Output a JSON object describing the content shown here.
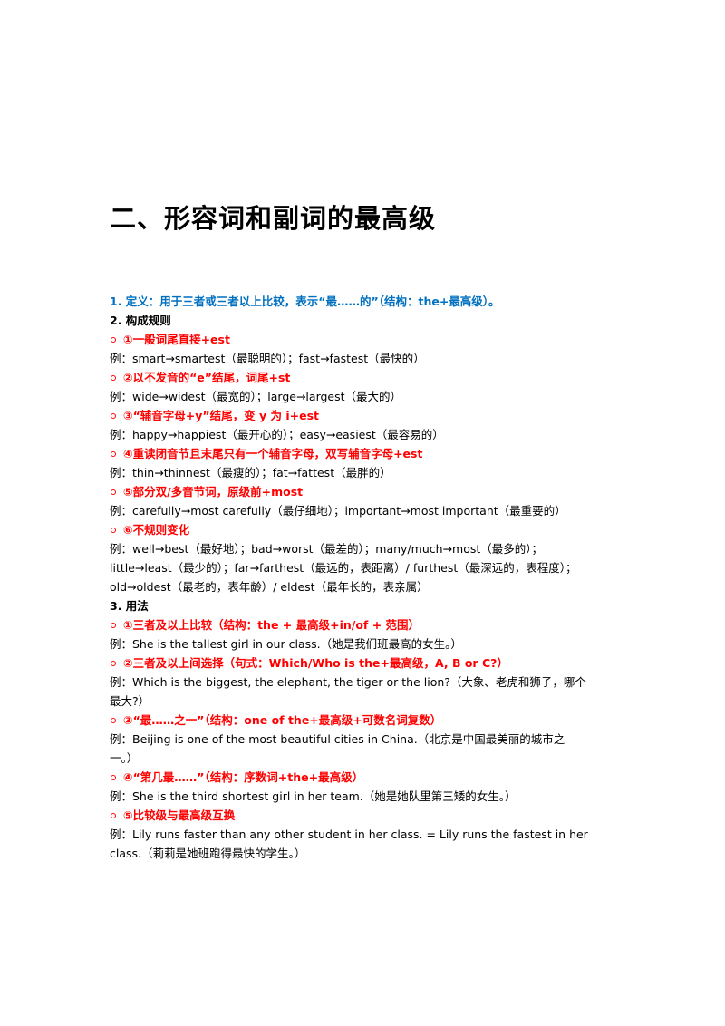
{
  "title": "二、形容词和副词的最高级",
  "definition": "1. 定义：用于三者或三者以上比较，表示“最……的”（结构：the+最高级）。",
  "section2": "2. 构成规则",
  "rules": [
    {
      "head": "①一般词尾直接+est",
      "example": "例：smart→smartest（最聪明的）；fast→fastest（最快的）"
    },
    {
      "head": "②以不发音的“e”结尾，词尾+st",
      "example": "例：wide→widest（最宽的）；large→largest（最大的）"
    },
    {
      "head": "③“辅音字母+y”结尾，变 y 为 i+est",
      "example": "例：happy→happiest（最开心的）；easy→easiest（最容易的）"
    },
    {
      "head": "④重读闭音节且末尾只有一个辅音字母，双写辅音字母+est",
      "example": "例：thin→thinnest（最瘦的）；fat→fattest（最胖的）"
    },
    {
      "head": "⑤部分双/多音节词，原级前+most",
      "example": "例：carefully→most carefully（最仔细地）；important→most important（最重要的）"
    }
  ],
  "irregular": {
    "head": "⑥不规则变化",
    "lines": [
      "例：well→best（最好地）；bad→worst（最差的）；many/much→most（最多的）；",
      "little→least（最少的）；far→farthest（最远的，表距离）/ furthest（最深远的，表程度）；",
      "old→oldest（最老的，表年龄）/ eldest（最年长的，表亲属）"
    ]
  },
  "section3": "3. 用法",
  "usages": [
    {
      "head": "①三者及以上比较（结构：the + 最高级+in/of + 范围）",
      "lines": [
        "例：She is the tallest girl in our class.（她是我们班最高的女生。）"
      ]
    },
    {
      "head": "②三者及以上间选择（句式：Which/Who is the+最高级，A, B or C?）",
      "lines": [
        "例：Which is the biggest, the elephant, the tiger or the lion?（大象、老虎和狮子，哪个",
        "最大?）"
      ]
    },
    {
      "head": "③“最……之一”（结构：one of the+最高级+可数名词复数）",
      "lines": [
        "例：Beijing is one of the most beautiful cities in China.（北京是中国最美丽的城市之",
        "一。）"
      ]
    },
    {
      "head": "④“第几最……”（结构：序数词+the+最高级）",
      "lines": [
        "例：She is the third shortest girl in her team.（她是她队里第三矮的女生。）"
      ]
    },
    {
      "head": "⑤比较级与最高级互换",
      "lines": [
        "例：Lily runs faster than any other student in her class. = Lily runs the fastest in her",
        "class.（莉莉是她班跑得最快的学生。）"
      ]
    }
  ],
  "colors": {
    "blue": "#0070c0",
    "red": "#ff0000",
    "text": "#000000"
  }
}
